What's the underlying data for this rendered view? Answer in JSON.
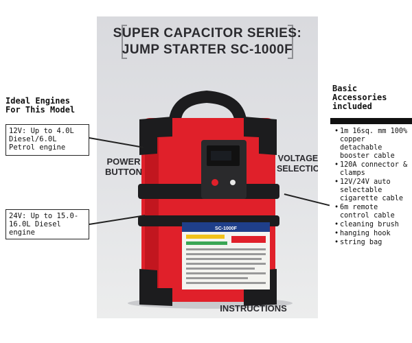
{
  "title": {
    "line1": "SUPER CAPACITOR SERIES:",
    "line2": "JUMP STARTER SC-1000F"
  },
  "engines": {
    "heading_line1": "Ideal Engines",
    "heading_line2": "For This Model",
    "box_12v": "12V: Up to 4.0L Diesel/6.0L Petrol engine",
    "box_24v": "24V: Up to 15.0-16.0L Diesel engine"
  },
  "callouts": {
    "power_line1": "POWER",
    "power_line2": "BUTTON",
    "voltage_line1": "VOLTAGE",
    "voltage_line2": "SELECTION",
    "instructions": "INSTRUCTIONS"
  },
  "accessories": {
    "heading_line1": "Basic",
    "heading_line2": "Accessories",
    "heading_line3": "included",
    "items": [
      "1m 16sq. mm 100% copper detachable booster cable",
      "120A connector & clamps",
      "12V/24V auto selectable cigarette cable",
      "6m remote control cable",
      "cleaning brush",
      "hanging hook",
      "string bag"
    ]
  },
  "device": {
    "label_model": "SC-1000F",
    "body_color": "#e0202a",
    "bumper_color": "#1c1c1e"
  }
}
